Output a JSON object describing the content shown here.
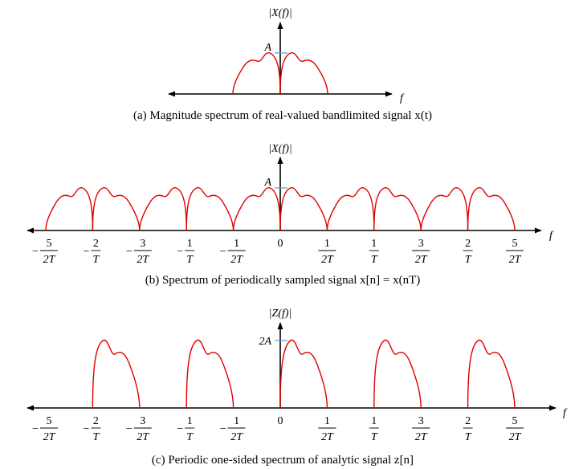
{
  "colors": {
    "spectrum": "#e00000",
    "axis": "#000000",
    "level_tick": "#5b9bd5"
  },
  "panels": [
    {
      "id": "a",
      "ylabel": "|X(f)|",
      "level_label": "A",
      "xlabel": "f",
      "caption": "(a) Magnitude spectrum of real-valued bandlimited signal x(t)",
      "ticks": []
    },
    {
      "id": "b",
      "ylabel": "|X(f)|",
      "level_label": "A",
      "xlabel": "f",
      "caption": "(b) Spectrum of periodically sampled signal x[n] = x(nT)",
      "ticks": [
        {
          "sign": "−",
          "num": "5",
          "den": "2T"
        },
        {
          "sign": "−",
          "num": "2",
          "den": "T"
        },
        {
          "sign": "−",
          "num": "3",
          "den": "2T"
        },
        {
          "sign": "−",
          "num": "1",
          "den": "T"
        },
        {
          "sign": "−",
          "num": "1",
          "den": "2T"
        },
        {
          "sign": "",
          "num": "0",
          "den": ""
        },
        {
          "sign": "",
          "num": "1",
          "den": "2T"
        },
        {
          "sign": "",
          "num": "1",
          "den": "T"
        },
        {
          "sign": "",
          "num": "3",
          "den": "2T"
        },
        {
          "sign": "",
          "num": "2",
          "den": "T"
        },
        {
          "sign": "",
          "num": "5",
          "den": "2T"
        }
      ]
    },
    {
      "id": "c",
      "ylabel": "|Z(f)|",
      "level_label": "2A",
      "xlabel": "f",
      "caption": "(c) Periodic one-sided spectrum of analytic signal z[n]",
      "ticks": [
        {
          "sign": "−",
          "num": "5",
          "den": "2T"
        },
        {
          "sign": "−",
          "num": "2",
          "den": "T"
        },
        {
          "sign": "−",
          "num": "3",
          "den": "2T"
        },
        {
          "sign": "−",
          "num": "1",
          "den": "T"
        },
        {
          "sign": "−",
          "num": "1",
          "den": "2T"
        },
        {
          "sign": "",
          "num": "0",
          "den": ""
        },
        {
          "sign": "",
          "num": "1",
          "den": "2T"
        },
        {
          "sign": "",
          "num": "1",
          "den": "T"
        },
        {
          "sign": "",
          "num": "3",
          "den": "2T"
        },
        {
          "sign": "",
          "num": "2",
          "den": "T"
        },
        {
          "sign": "",
          "num": "5",
          "den": "2T"
        }
      ]
    }
  ]
}
